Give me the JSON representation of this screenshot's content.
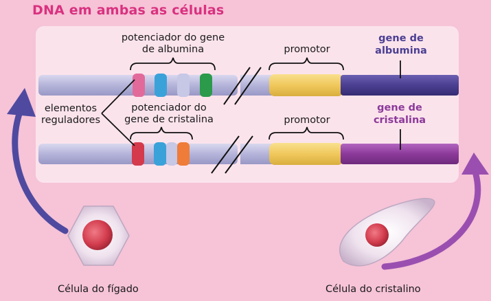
{
  "title": "DNA em ambas as células",
  "labels": {
    "albumin_enhancer": [
      "potenciador do gene",
      "de albumina"
    ],
    "crystallin_enhancer": [
      "potenciador do",
      "gene de cristalina"
    ],
    "regulatory_elements": [
      "elementos",
      "reguladores"
    ],
    "promoter_top": "promotor",
    "promoter_bottom": "promotor",
    "albumin_gene": [
      "gene de",
      "albumina"
    ],
    "crystallin_gene": [
      "gene de",
      "cristalina"
    ],
    "liver_cell": "Célula do fígado",
    "lens_cell": "Célula do cristalino"
  },
  "colors": {
    "background": "#f6c3d7",
    "panel": "#fbe3ec",
    "dna": "#b9b8dc",
    "promoter": "#f3cf6a",
    "albumin_gene": "#4b3f92",
    "crystallin_gene": "#8c3a9a",
    "albumin_text": "#4b3f92",
    "crystallin_text": "#8c3a9a",
    "title": "#d9317f"
  }
}
